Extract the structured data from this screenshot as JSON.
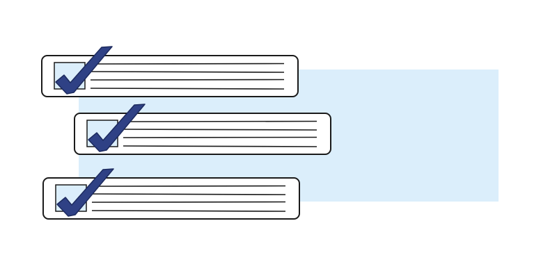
{
  "illustration": {
    "icon": "checklist-icon",
    "colors": {
      "background_panel": "#dbeefb",
      "card_fill": "#ffffff",
      "outline": "#1a1a1a",
      "checkmark": "#2f4185",
      "checkbox_fill": "#dbeefb"
    },
    "items": [
      {
        "checked": true,
        "text_lines": 4
      },
      {
        "checked": true,
        "text_lines": 4
      },
      {
        "checked": true,
        "text_lines": 4
      }
    ]
  }
}
